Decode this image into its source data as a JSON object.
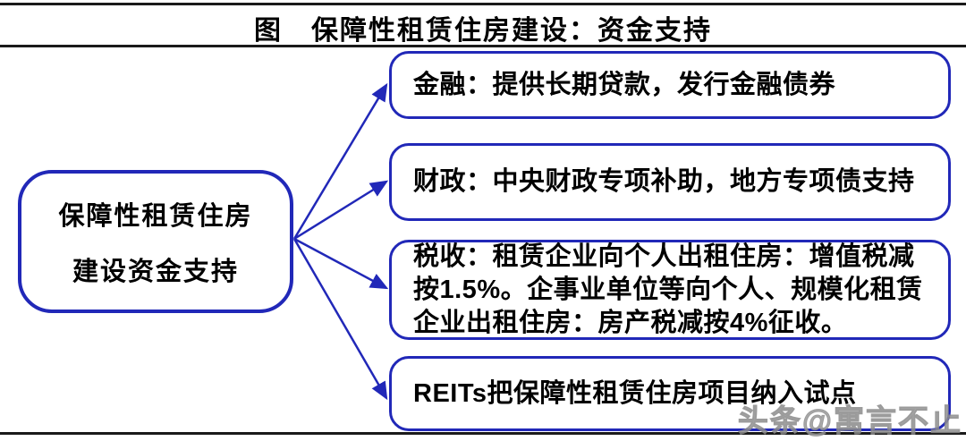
{
  "figure": {
    "title": "图　保障性租赁住房建设：资金支持"
  },
  "root": {
    "line1": "保障性租赁住房",
    "line2": "建设资金支持"
  },
  "branches": [
    {
      "id": "finance",
      "lines": [
        "金融：提供长期贷款，发行金融债券"
      ]
    },
    {
      "id": "fiscal",
      "lines": [
        "财政：中央财政专项补助，地方专项债支持"
      ]
    },
    {
      "id": "tax",
      "lines": [
        "税收：租赁企业向个人出租住房：增值税减",
        "按1.5%。企事业单位等向个人、规模化租赁",
        "企业出租住房：房产税减按4%征收。"
      ]
    },
    {
      "id": "reits",
      "lines": [
        "REITs把保障性租赁住房项目纳入试点"
      ]
    }
  ],
  "watermark": "头条@寓言不止",
  "colors": {
    "accent_blue": "#2128b8",
    "text": "#000000",
    "rule": "#1a1a1a",
    "watermark": "#9a9a9a"
  }
}
